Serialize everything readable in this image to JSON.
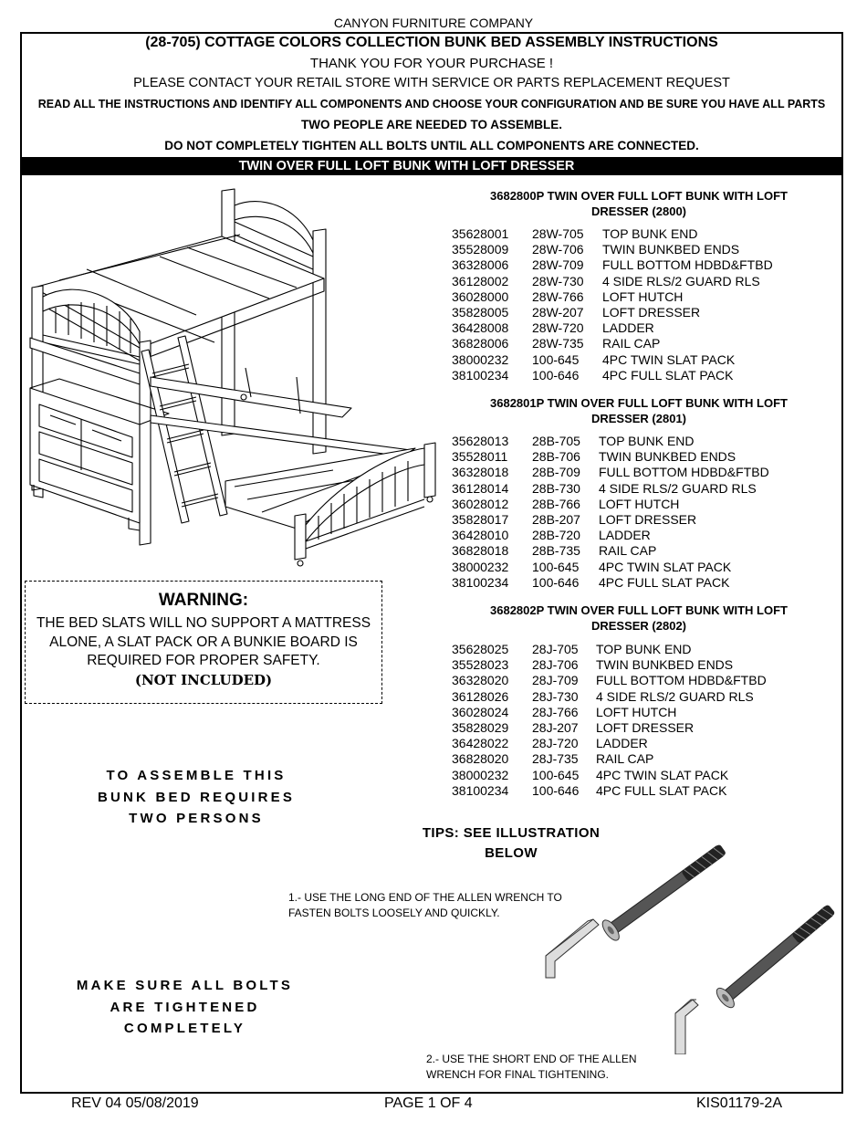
{
  "header": {
    "company": "CANYON FURNITURE COMPANY",
    "title": "(28-705) COTTAGE COLORS COLLECTION BUNK BED ASSEMBLY INSTRUCTIONS",
    "thanks": "THANK YOU FOR YOUR PURCHASE !",
    "contact": "PLEASE CONTACT YOUR RETAIL STORE WITH SERVICE OR PARTS REPLACEMENT REQUEST",
    "read": "READ ALL THE INSTRUCTIONS AND IDENTIFY ALL COMPONENTS AND CHOOSE YOUR CONFIGURATION AND BE SURE YOU HAVE ALL PARTS",
    "people": "TWO PEOPLE ARE NEEDED TO ASSEMBLE.",
    "tighten": "DO NOT COMPLETELY TIGHTEN ALL BOLTS UNTIL ALL COMPONENTS ARE CONNECTED.",
    "band": "TWIN OVER FULL LOFT BUNK WITH LOFT DRESSER"
  },
  "groups": [
    {
      "title1": "3682800P  TWIN OVER FULL LOFT BUNK WITH LOFT",
      "title2": "DRESSER (2800)",
      "rows": [
        [
          "35628001",
          "28W-705",
          "TOP BUNK END"
        ],
        [
          "35528009",
          "28W-706",
          "TWIN BUNKBED ENDS"
        ],
        [
          "36328006",
          "28W-709",
          "FULL BOTTOM HDBD&FTBD"
        ],
        [
          "36128002",
          "28W-730",
          "4 SIDE RLS/2 GUARD RLS"
        ],
        [
          "36028000",
          "28W-766",
          "LOFT HUTCH"
        ],
        [
          "35828005",
          "28W-207",
          "LOFT DRESSER"
        ],
        [
          "36428008",
          "28W-720",
          "LADDER"
        ],
        [
          "36828006",
          "28W-735",
          "RAIL CAP"
        ],
        [
          "38000232",
          "100-645",
          "4PC TWIN SLAT PACK"
        ],
        [
          "38100234",
          "100-646",
          "4PC FULL SLAT PACK"
        ]
      ]
    },
    {
      "title1": "3682801P  TWIN OVER FULL LOFT BUNK WITH LOFT",
      "title2": "DRESSER (2801)",
      "rows": [
        [
          "35628013",
          "28B-705",
          "TOP BUNK END"
        ],
        [
          "35528011",
          "28B-706",
          "TWIN BUNKBED ENDS"
        ],
        [
          "36328018",
          "28B-709",
          "FULL BOTTOM HDBD&FTBD"
        ],
        [
          "36128014",
          "28B-730",
          "4 SIDE RLS/2 GUARD RLS"
        ],
        [
          "36028012",
          "28B-766",
          "LOFT HUTCH"
        ],
        [
          "35828017",
          "28B-207",
          "LOFT DRESSER"
        ],
        [
          "36428010",
          "28B-720",
          "LADDER"
        ],
        [
          "36828018",
          "28B-735",
          "RAIL CAP"
        ],
        [
          "38000232",
          "100-645",
          "4PC TWIN SLAT PACK"
        ],
        [
          "38100234",
          "100-646",
          "4PC FULL SLAT PACK"
        ]
      ]
    },
    {
      "title1": "3682802P  TWIN OVER FULL LOFT BUNK WITH LOFT",
      "title2": "DRESSER (2802)",
      "rows": [
        [
          "35628025",
          "28J-705",
          "TOP BUNK END"
        ],
        [
          "35528023",
          "28J-706",
          "TWIN BUNKBED ENDS"
        ],
        [
          "36328020",
          "28J-709",
          "FULL BOTTOM HDBD&FTBD"
        ],
        [
          "36128026",
          "28J-730",
          "4 SIDE RLS/2 GUARD RLS"
        ],
        [
          "36028024",
          "28J-766",
          "LOFT HUTCH"
        ],
        [
          "35828029",
          "28J-207",
          "LOFT DRESSER"
        ],
        [
          "36428022",
          "28J-720",
          "LADDER"
        ],
        [
          "36828020",
          "28J-735",
          "RAIL CAP"
        ],
        [
          "38000232",
          "100-645",
          "4PC TWIN SLAT PACK"
        ],
        [
          "38100234",
          "100-646",
          "4PC FULL SLAT PACK"
        ]
      ]
    }
  ],
  "warning": {
    "title": "WARNING:",
    "line1": "THE BED SLATS WILL NO SUPPORT A MATTRESS",
    "line2": "ALONE, A SLAT PACK OR A BUNKIE BOARD IS",
    "line3": "REQUIRED FOR PROPER SAFETY.",
    "not_included": "(NOT INCLUDED)"
  },
  "assemble": {
    "line1": "TO ASSEMBLE THIS",
    "line2": "BUNK BED REQUIRES",
    "line3": "TWO PERSONS"
  },
  "bolts": {
    "line1": "MAKE SURE ALL BOLTS",
    "line2": "ARE TIGHTENED",
    "line3": "COMPLETELY"
  },
  "tips": {
    "line1": "TIPS: SEE ILLUSTRATION",
    "line2": "BELOW",
    "tip1_line1": "1.- USE THE LONG END OF THE ALLEN WRENCH TO",
    "tip1_line2": "FASTEN BOLTS LOOSELY AND QUICKLY.",
    "tip2_line1": "2.- USE THE SHORT END OF THE ALLEN",
    "tip2_line2": "WRENCH FOR FINAL TIGHTENING."
  },
  "footer": {
    "rev": "REV 04 05/08/2019",
    "page": "PAGE 1 OF 4",
    "code": "KIS01179-2A"
  }
}
